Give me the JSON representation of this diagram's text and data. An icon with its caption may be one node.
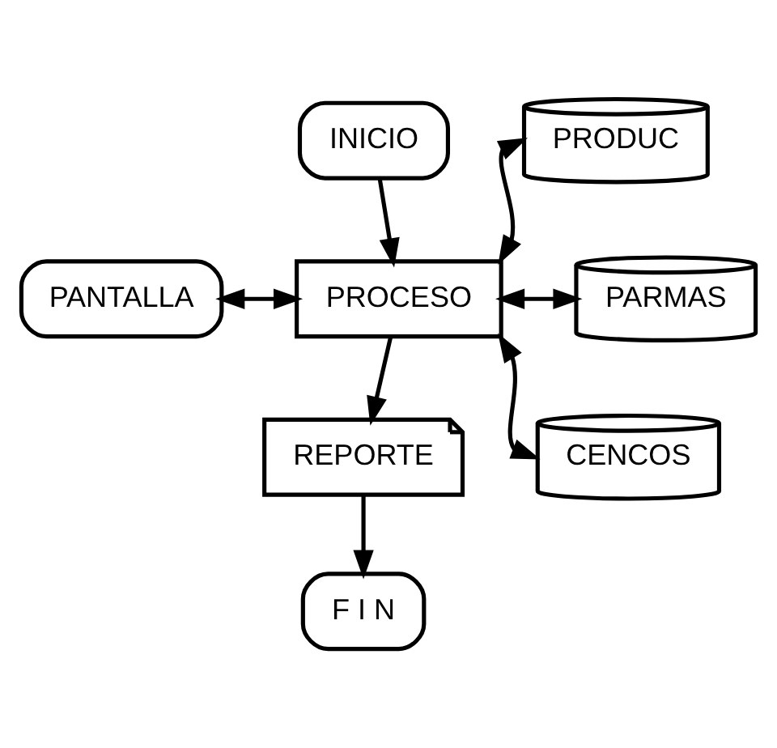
{
  "diagram": {
    "nodes": [
      {
        "text": [
          "INICIO"
        ]
      },
      {
        "text": [
          "PANTALLA"
        ]
      },
      {
        "text": [
          "PROCESO"
        ]
      },
      {
        "text": [
          "PRODUC"
        ]
      },
      {
        "text": [
          "PARMAS"
        ]
      },
      {
        "text": [
          "CENCOS"
        ]
      },
      {
        "text": [
          "REPORTE"
        ]
      },
      {
        "text": [
          "F I N"
        ]
      }
    ],
    "edges": [
      {
        "from": 0,
        "to": 2,
        "arrow": "to"
      },
      {
        "from": 1,
        "to": 2,
        "arrow": "both"
      },
      {
        "from": 3,
        "to": 2,
        "arrow": "both"
      },
      {
        "from": 4,
        "to": 2,
        "arrow": "both"
      },
      {
        "from": 5,
        "to": 2,
        "arrow": "both"
      },
      {
        "from": 2,
        "to": 6,
        "arrow": "to"
      },
      {
        "from": 6,
        "to": 7,
        "arrow": "to"
      }
    ]
  }
}
